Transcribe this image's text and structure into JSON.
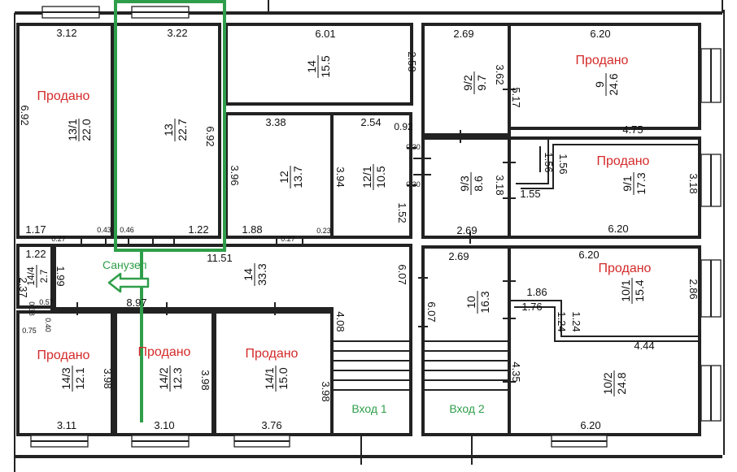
{
  "sold_label": "Продано",
  "annotations": {
    "sanuzel": "Санузел",
    "entrance1": "Вход 1",
    "entrance2": "Вход 2"
  },
  "colors": {
    "sold": "#d42a2a",
    "highlight": "#2f9e4a",
    "walls": "#222222"
  },
  "rooms": [
    {
      "num": "13/1",
      "area": "22.0",
      "sold": true
    },
    {
      "num": "13",
      "area": "22.7",
      "sold": false,
      "highlighted": true
    },
    {
      "num": "14",
      "area": "15.5",
      "sold": false
    },
    {
      "num": "12",
      "area": "13.7",
      "sold": false
    },
    {
      "num": "12/1",
      "area": "10.5",
      "sold": false
    },
    {
      "num": "9/2",
      "area": "9.7",
      "sold": false
    },
    {
      "num": "9",
      "area": "24.6",
      "sold": true
    },
    {
      "num": "9/3",
      "area": "8.6",
      "sold": false
    },
    {
      "num": "9/1",
      "area": "17.3",
      "sold": true
    },
    {
      "num": "14/4",
      "area": "2.7",
      "sold": false
    },
    {
      "num": "14",
      "area": "33.3",
      "sold": false
    },
    {
      "num": "10",
      "area": "16.3",
      "sold": false
    },
    {
      "num": "10/1",
      "area": "15.4",
      "sold": true
    },
    {
      "num": "14/3",
      "area": "12.1",
      "sold": true
    },
    {
      "num": "14/2",
      "area": "12.3",
      "sold": true
    },
    {
      "num": "14/1",
      "area": "15.0",
      "sold": true
    },
    {
      "num": "10/2",
      "area": "24.8",
      "sold": false
    }
  ],
  "dimensions": [
    "3.12",
    "3.22",
    "6.01",
    "2.58",
    "6.92",
    "6.92",
    "3.38",
    "2.54",
    "0.92",
    "0.30",
    "0.30",
    "3.96",
    "3.94",
    "1.52",
    "1.17",
    "0.43",
    "0.46",
    "1.22",
    "1.88",
    "0.27",
    "0.23",
    "0.27",
    "11.51",
    "2.69",
    "6.20",
    "3.62",
    "5.17",
    "4.75",
    "1.56",
    "1.56",
    "1.55",
    "3.18",
    "3.18",
    "2.69",
    "6.20",
    "1.22",
    "1.99",
    "2.37",
    "0.57",
    "0.38",
    "0.75",
    "0.40",
    "8.97",
    "6.07",
    "4.08",
    "2.69",
    "6.20",
    "1.86",
    "1.76",
    "1.24",
    "1.24",
    "2.86",
    "4.44",
    "6.07",
    "4.35",
    "3.98",
    "3.98",
    "3.98",
    "3.11",
    "3.10",
    "3.76",
    "6.20"
  ]
}
